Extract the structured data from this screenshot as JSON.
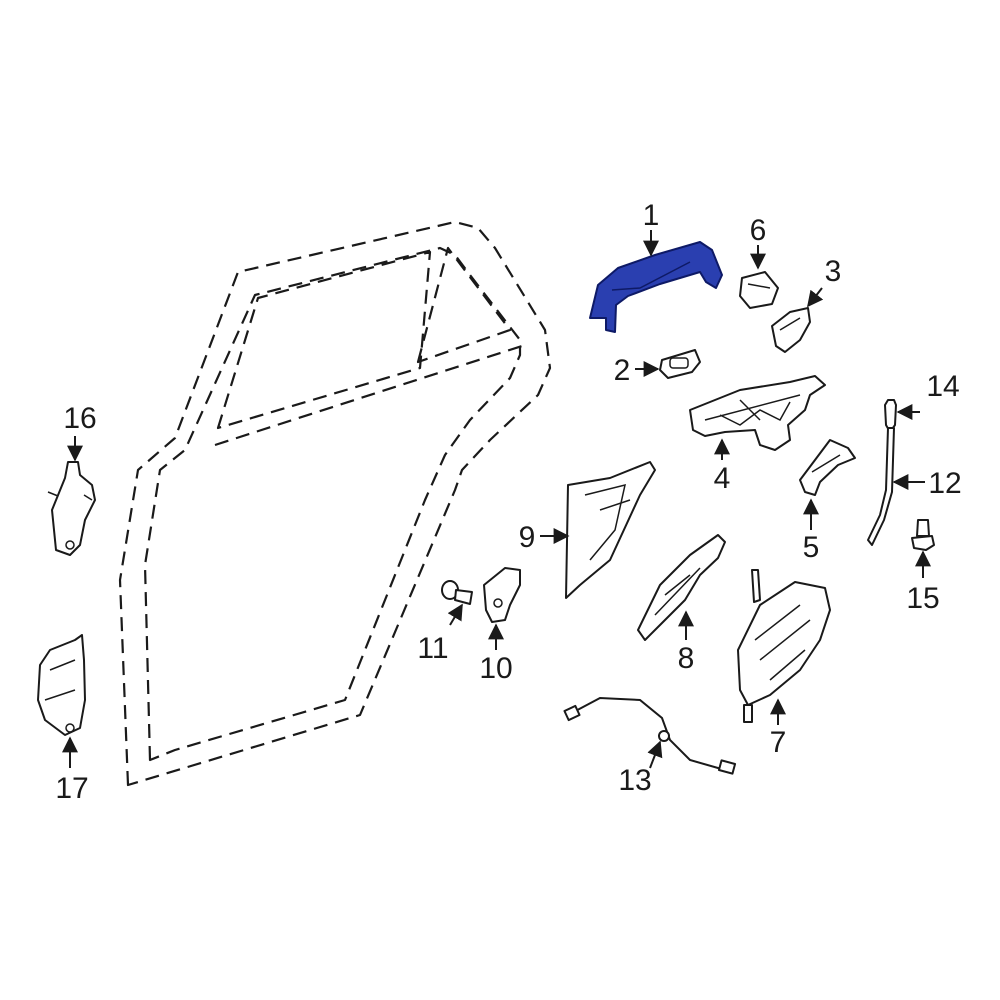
{
  "diagram": {
    "highlight_color": "#2a3fb0",
    "line_color": "#1a1a1a",
    "callouts": {
      "p1": "1",
      "p2": "2",
      "p3": "3",
      "p4": "4",
      "p5": "5",
      "p6": "6",
      "p7": "7",
      "p8": "8",
      "p9": "9",
      "p10": "10",
      "p11": "11",
      "p12": "12",
      "p13": "13",
      "p14": "14",
      "p15": "15",
      "p16": "16",
      "p17": "17"
    },
    "highlighted_part": "1"
  }
}
